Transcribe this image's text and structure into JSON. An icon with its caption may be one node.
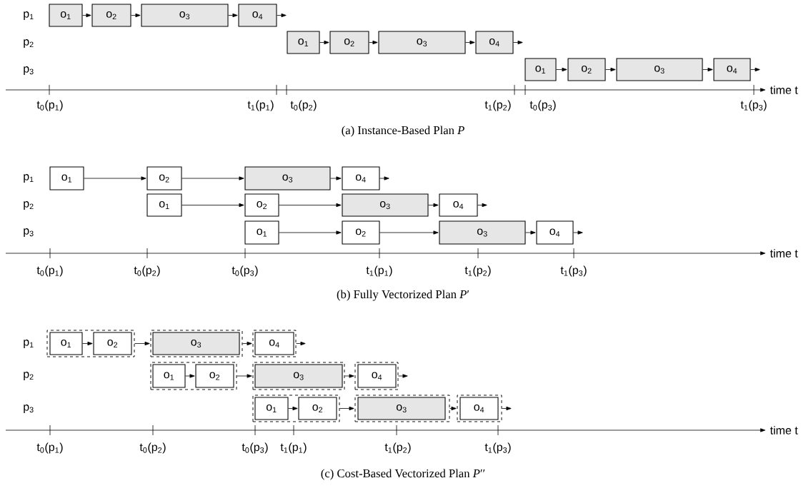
{
  "diagram": {
    "nodes": [
      {
        "text": [
          "o$_{1}$"
        ]
      },
      {
        "text": [
          "o$_{2}$"
        ]
      },
      {
        "text": [
          "o$_{3}$"
        ]
      },
      {
        "text": [
          "o$_{4}$"
        ]
      },
      {
        "text": [
          "o$_{1}$"
        ]
      },
      {
        "text": [
          "o$_{2}$"
        ]
      },
      {
        "text": [
          "o$_{3}$"
        ]
      },
      {
        "text": [
          "o$_{4}$"
        ]
      },
      {
        "text": [
          "o$_{1}$"
        ]
      },
      {
        "text": [
          "o$_{2}$"
        ]
      },
      {
        "text": [
          "o$_{3}$"
        ]
      },
      {
        "text": [
          "o$_{4}$"
        ]
      },
      {
        "text": [
          "o$_{1}$"
        ]
      },
      {
        "text": [
          "o$_{2}$"
        ]
      },
      {
        "text": [
          "o$_{3}$"
        ]
      },
      {
        "text": [
          "o$_{4}$"
        ]
      },
      {
        "text": [
          "o$_{1}$"
        ]
      },
      {
        "text": [
          "o$_{2}$"
        ]
      },
      {
        "text": [
          "o$_{3}$"
        ]
      },
      {
        "text": [
          "o$_{4}$"
        ]
      },
      {
        "text": [
          "o$_{1}$"
        ]
      },
      {
        "text": [
          "o$_{2}$"
        ]
      },
      {
        "text": [
          "o$_{3}$"
        ]
      },
      {
        "text": [
          "o$_{4}$"
        ]
      },
      {
        "text": [],
        "shape": "box"
      },
      {
        "text": [
          "o$_{1}$"
        ],
        "in": 24
      },
      {
        "text": [
          "o$_{2}$"
        ],
        "in": 24
      },
      {
        "text": [],
        "shape": "box"
      },
      {
        "text": [
          "o$_{3}$"
        ],
        "in": 27
      },
      {
        "text": [],
        "shape": "box"
      },
      {
        "text": [
          "o$_{4}$"
        ],
        "in": 29
      },
      {
        "text": [],
        "shape": "box"
      },
      {
        "text": [
          "o$_{1}$"
        ],
        "in": 31
      },
      {
        "text": [
          "o$_{2}$"
        ],
        "in": 31
      },
      {
        "text": [],
        "shape": "box"
      },
      {
        "text": [
          "o$_{3}$"
        ],
        "in": 34
      },
      {
        "text": [],
        "shape": "box"
      },
      {
        "text": [
          "o$_{4}$"
        ],
        "in": 36
      },
      {
        "text": [],
        "shape": "box"
      },
      {
        "text": [
          "o$_{1}$"
        ],
        "in": 38
      },
      {
        "text": [
          "o$_{2}$"
        ],
        "in": 38
      },
      {
        "text": [],
        "shape": "box"
      },
      {
        "text": [
          "o$_{3}$"
        ],
        "in": 41
      },
      {
        "text": [],
        "shape": "box"
      },
      {
        "text": [
          "o$_{4}$"
        ],
        "in": 43
      }
    ],
    "edges": [
      {
        "from": 0,
        "to": 1,
        "arrow": "to"
      },
      {
        "from": 1,
        "to": 2,
        "arrow": "to"
      },
      {
        "from": 2,
        "to": 3,
        "arrow": "to"
      },
      {
        "from": 3,
        "to": null,
        "arrow": "to"
      },
      {
        "from": 4,
        "to": 5,
        "arrow": "to"
      },
      {
        "from": 5,
        "to": 6,
        "arrow": "to"
      },
      {
        "from": 6,
        "to": 7,
        "arrow": "to"
      },
      {
        "from": 7,
        "to": null,
        "arrow": "to"
      },
      {
        "from": 8,
        "to": 9,
        "arrow": "to"
      },
      {
        "from": 9,
        "to": 10,
        "arrow": "to"
      },
      {
        "from": 10,
        "to": 11,
        "arrow": "to"
      },
      {
        "from": 11,
        "to": null,
        "arrow": "to"
      },
      {
        "from": 12,
        "to": 13,
        "arrow": "to"
      },
      {
        "from": 13,
        "to": 14,
        "arrow": "to"
      },
      {
        "from": 14,
        "to": 15,
        "arrow": "to"
      },
      {
        "from": 15,
        "to": null,
        "arrow": "to"
      },
      {
        "from": 16,
        "to": 17,
        "arrow": "to"
      },
      {
        "from": 17,
        "to": 18,
        "arrow": "to"
      },
      {
        "from": 18,
        "to": 19,
        "arrow": "to"
      },
      {
        "from": 19,
        "to": null,
        "arrow": "to"
      },
      {
        "from": 20,
        "to": 21,
        "arrow": "to"
      },
      {
        "from": 21,
        "to": 22,
        "arrow": "to"
      },
      {
        "from": 22,
        "to": 23,
        "arrow": "to"
      },
      {
        "from": 23,
        "to": null,
        "arrow": "to"
      },
      {
        "from": 25,
        "to": 26,
        "arrow": "to"
      },
      {
        "from": 24,
        "to": 27,
        "arrow": "to"
      },
      {
        "from": 27,
        "to": 29,
        "arrow": "to"
      },
      {
        "from": 29,
        "to": null,
        "arrow": "to"
      },
      {
        "from": 32,
        "to": 33,
        "arrow": "to"
      },
      {
        "from": 31,
        "to": 34,
        "arrow": "to"
      },
      {
        "from": 34,
        "to": 36,
        "arrow": "to"
      },
      {
        "from": 36,
        "to": null,
        "arrow": "to"
      },
      {
        "from": 39,
        "to": 40,
        "arrow": "to"
      },
      {
        "from": 38,
        "to": 41,
        "arrow": "to"
      },
      {
        "from": 41,
        "to": 43,
        "arrow": "to"
      },
      {
        "from": 43,
        "to": null,
        "arrow": "to"
      }
    ],
    "labels": [
      "p$_{1}$",
      "p$_{2}$",
      "p$_{3}$",
      "time t",
      "t$_{0}$(p$_{1}$)",
      "t$_{1}$(p$_{1}$)",
      "t$_{0}$(p$_{2}$)",
      "t$_{1}$(p$_{2}$)",
      "t$_{0}$(p$_{3}$)",
      "t$_{1}$(p$_{3}$)",
      "(a) Instance-Based Plan *P*",
      "p$_{1}$",
      "p$_{2}$",
      "p$_{3}$",
      "time t",
      "t$_{0}$(p$_{1}$)",
      "t$_{0}$(p$_{2}$)",
      "t$_{0}$(p$_{3}$)",
      "t$_{1}$(p$_{1}$)",
      "t$_{1}$(p$_{2}$)",
      "t$_{1}$(p$_{3}$)",
      "(b) Fully Vectorized Plan *P*′",
      "p$_{1}$",
      "p$_{2}$",
      "p$_{3}$",
      "time t",
      "t$_{0}$(p$_{1}$)",
      "t$_{0}$(p$_{2}$)",
      "t$_{0}$(p$_{3}$)",
      "t$_{1}$(p$_{1}$)",
      "t$_{1}$(p$_{2}$)",
      "t$_{1}$(p$_{3}$)",
      "(c) Cost-Based Vectorized Plan *P*′′"
    ]
  }
}
